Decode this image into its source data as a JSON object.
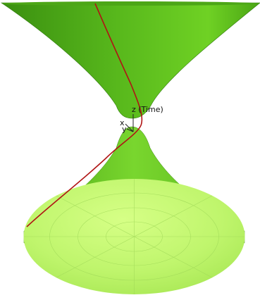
{
  "figure": {
    "axis_labels": {
      "z": "z (Time)",
      "x": "x",
      "y": "y"
    },
    "colors": {
      "surface_dark": "#3f9a12",
      "surface_mid": "#5fbd1f",
      "surface_light": "#c9ff6a",
      "surface_base": "#b8f56a",
      "curve": "#b01414",
      "background": "#ffffff"
    }
  }
}
